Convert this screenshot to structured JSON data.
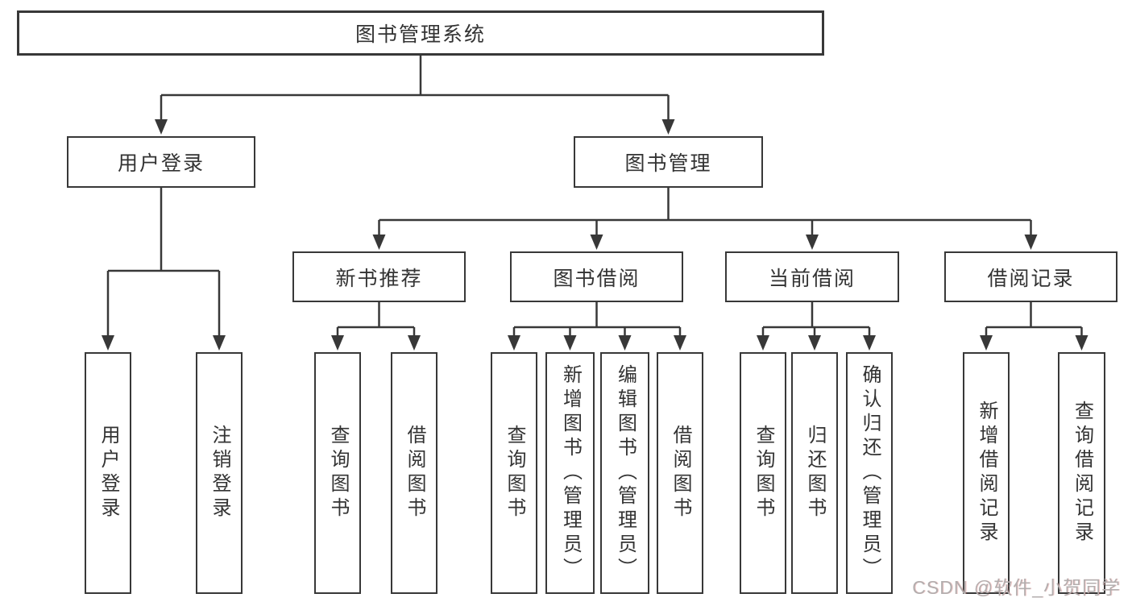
{
  "diagram": {
    "root": "图书管理系统",
    "level2": [
      {
        "label": "用户登录",
        "children": [
          "用户登录",
          "注销登录"
        ]
      },
      {
        "label": "图书管理"
      }
    ],
    "level3": [
      {
        "label": "新书推荐",
        "children": [
          "查询图书",
          "借阅图书"
        ]
      },
      {
        "label": "图书借阅",
        "children": [
          "查询图书",
          "新增图书（管理员）",
          "编辑图书（管理员）",
          "借阅图书"
        ]
      },
      {
        "label": "当前借阅",
        "children": [
          "查询图书",
          "归还图书",
          "确认归还（管理员）"
        ]
      },
      {
        "label": "借阅记录",
        "children": [
          "新增借阅记录",
          "查询借阅记录"
        ]
      }
    ],
    "watermark": "CSDN @软件_小贺同学",
    "colors": {
      "line": "#383838",
      "text": "#333333",
      "watermark": "#b3aeae",
      "background": "#ffffff"
    }
  }
}
